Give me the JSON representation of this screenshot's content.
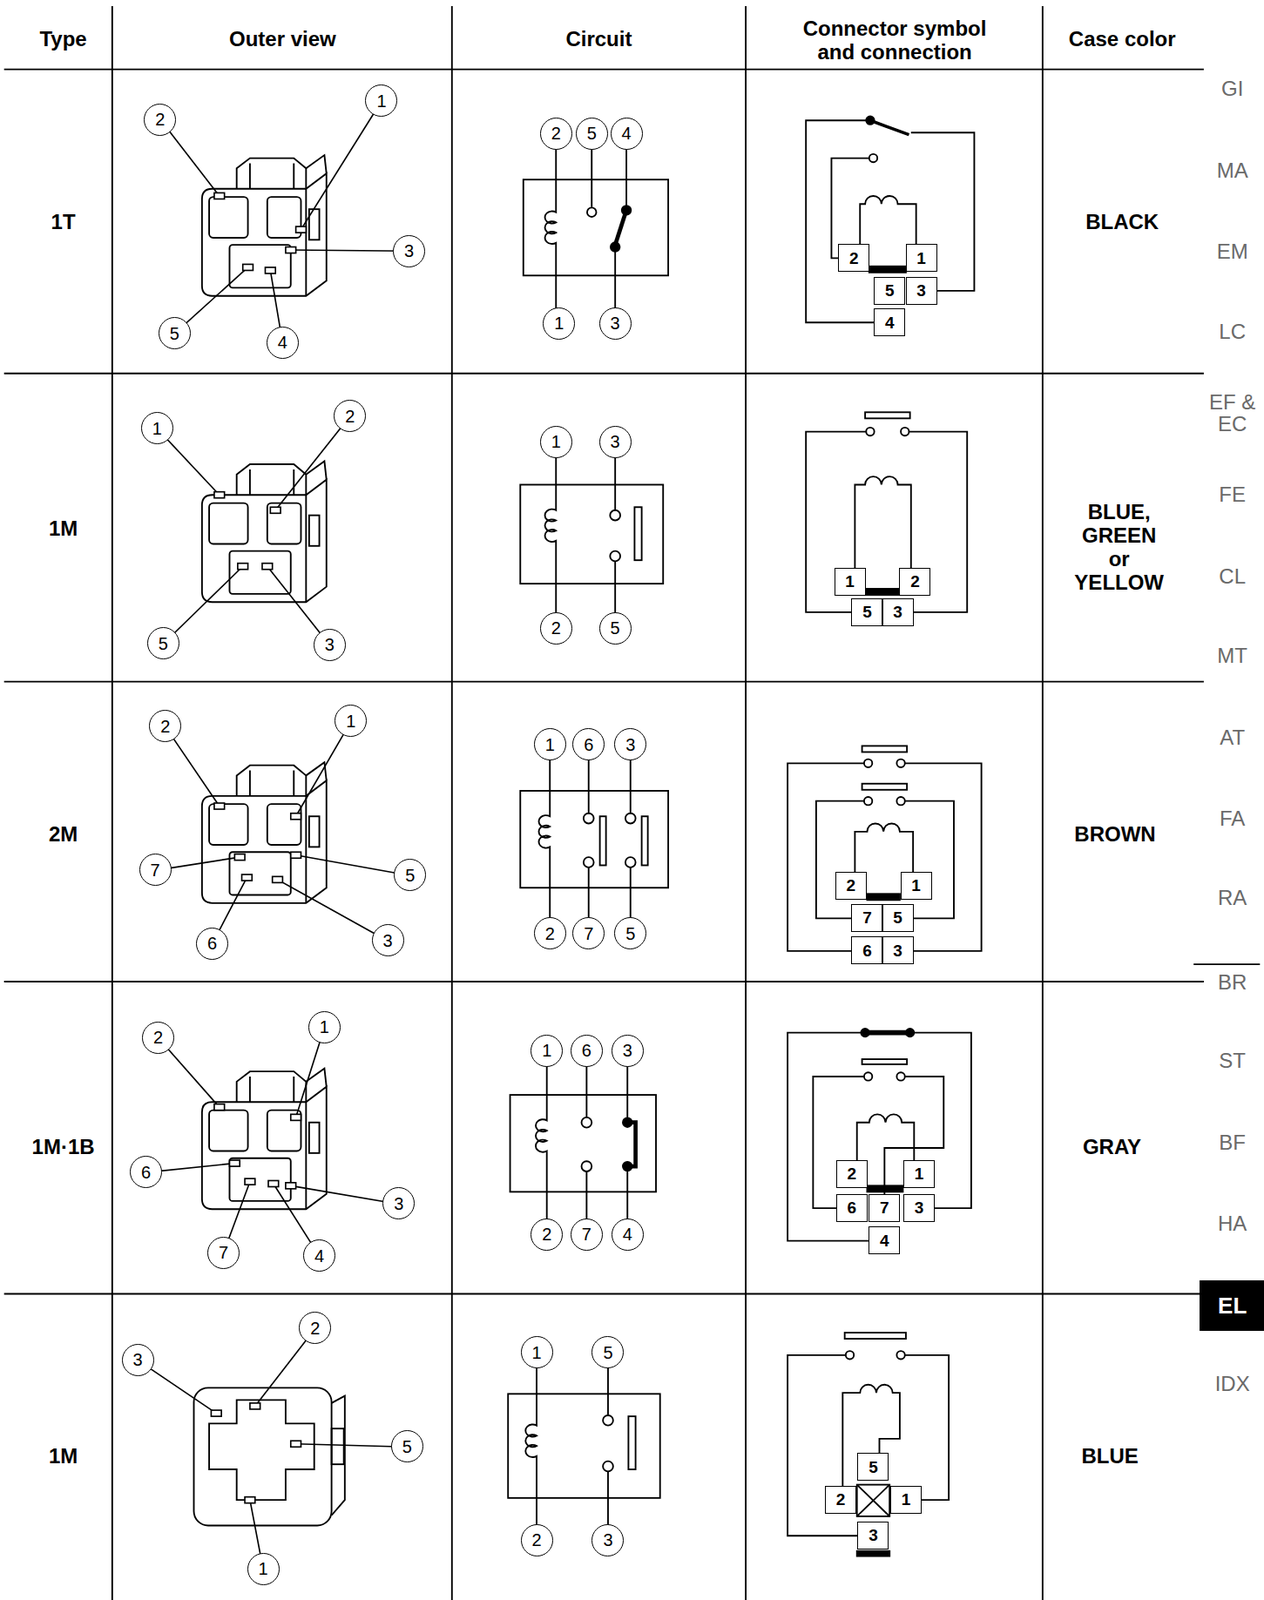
{
  "diagram": {
    "nodes": [
      {
        "text": [
          "2"
        ]
      },
      {
        "text": [
          "1"
        ]
      },
      {
        "text": [
          "3"
        ]
      },
      {
        "text": [
          "5"
        ]
      },
      {
        "text": [
          "4"
        ]
      },
      {
        "text": [
          "2"
        ]
      },
      {
        "text": [
          "5"
        ]
      },
      {
        "text": [
          "4"
        ]
      },
      {
        "text": [
          "1"
        ]
      },
      {
        "text": [
          "3"
        ]
      },
      {
        "text": [
          "2"
        ]
      },
      {
        "text": [
          "1"
        ]
      },
      {
        "text": [
          "5"
        ]
      },
      {
        "text": [
          "3"
        ]
      },
      {
        "text": [
          "4"
        ]
      },
      {
        "text": [
          "1"
        ]
      },
      {
        "text": [
          "2"
        ]
      },
      {
        "text": [
          "5"
        ]
      },
      {
        "text": [
          "3"
        ]
      },
      {
        "text": [
          "1"
        ]
      },
      {
        "text": [
          "3"
        ]
      },
      {
        "text": [
          "2"
        ]
      },
      {
        "text": [
          "5"
        ]
      },
      {
        "text": [
          "1"
        ]
      },
      {
        "text": [
          "2"
        ]
      },
      {
        "text": [
          "5"
        ]
      },
      {
        "text": [
          "3"
        ]
      },
      {
        "text": [
          "2"
        ]
      },
      {
        "text": [
          "1"
        ]
      },
      {
        "text": [
          "7"
        ]
      },
      {
        "text": [
          "5"
        ]
      },
      {
        "text": [
          "6"
        ]
      },
      {
        "text": [
          "3"
        ]
      },
      {
        "text": [
          "1"
        ]
      },
      {
        "text": [
          "6"
        ]
      },
      {
        "text": [
          "3"
        ]
      },
      {
        "text": [
          "2"
        ]
      },
      {
        "text": [
          "7"
        ]
      },
      {
        "text": [
          "5"
        ]
      },
      {
        "text": [
          "2"
        ]
      },
      {
        "text": [
          "1"
        ]
      },
      {
        "text": [
          "7"
        ]
      },
      {
        "text": [
          "5"
        ]
      },
      {
        "text": [
          "6"
        ]
      },
      {
        "text": [
          "3"
        ]
      },
      {
        "text": [
          "2"
        ]
      },
      {
        "text": [
          "1"
        ]
      },
      {
        "text": [
          "6"
        ]
      },
      {
        "text": [
          "3"
        ]
      },
      {
        "text": [
          "7"
        ]
      },
      {
        "text": [
          "4"
        ]
      },
      {
        "text": [
          "1"
        ]
      },
      {
        "text": [
          "6"
        ]
      },
      {
        "text": [
          "3"
        ]
      },
      {
        "text": [
          "2"
        ]
      },
      {
        "text": [
          "7"
        ]
      },
      {
        "text": [
          "4"
        ]
      },
      {
        "text": [
          "2"
        ]
      },
      {
        "text": [
          "1"
        ]
      },
      {
        "text": [
          "6"
        ]
      },
      {
        "text": [
          "7"
        ]
      },
      {
        "text": [
          "3"
        ]
      },
      {
        "text": [
          "4"
        ]
      },
      {
        "text": [
          "3"
        ]
      },
      {
        "text": [
          "2"
        ]
      },
      {
        "text": [
          "5"
        ]
      },
      {
        "text": [
          "1"
        ]
      },
      {
        "text": [
          "1"
        ]
      },
      {
        "text": [
          "5"
        ]
      },
      {
        "text": [
          "2"
        ]
      },
      {
        "text": [
          "3"
        ]
      },
      {
        "text": [
          "5"
        ]
      },
      {
        "text": [
          "2"
        ]
      },
      {
        "text": [
          "1"
        ]
      },
      {
        "text": [
          "3"
        ]
      },
      {
        "text": [
          "EL"
        ]
      }
    ],
    "labels": [
      "Type",
      "Outer view",
      "Circuit",
      "Connector symbol and connection",
      "Case color",
      "1T",
      "BLACK",
      "1M",
      "BLUE, GREEN or YELLOW",
      "2M",
      "BROWN",
      "1M·1B",
      "GRAY",
      "1M",
      "BLUE",
      "GI",
      "MA",
      "EM",
      "LC",
      "EF & EC",
      "FE",
      "CL",
      "MT",
      "AT",
      "FA",
      "RA",
      "BR",
      "ST",
      "BF",
      "HA",
      "IDX"
    ]
  }
}
